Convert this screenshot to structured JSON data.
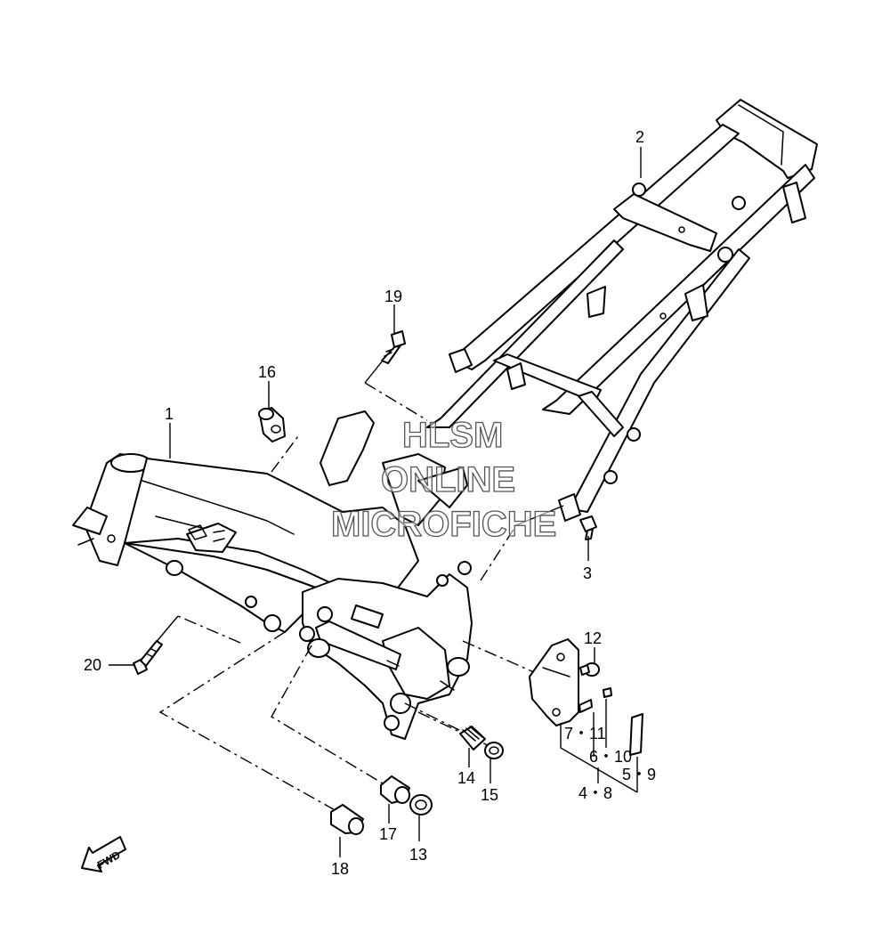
{
  "watermark": {
    "line1": "HLSM",
    "line2": "ONLINE",
    "line3": "MICROFICHE"
  },
  "fwd_label": "FWD",
  "callouts": {
    "c1": "1",
    "c2": "2",
    "c3": "3",
    "c4_8": "4・8",
    "c5_9": "5・9",
    "c6_10": "6・10",
    "c7_11": "7・11",
    "c12": "12",
    "c13": "13",
    "c14": "14",
    "c15": "15",
    "c16": "16",
    "c17": "17",
    "c18": "18",
    "c19": "19",
    "c20": "20"
  }
}
